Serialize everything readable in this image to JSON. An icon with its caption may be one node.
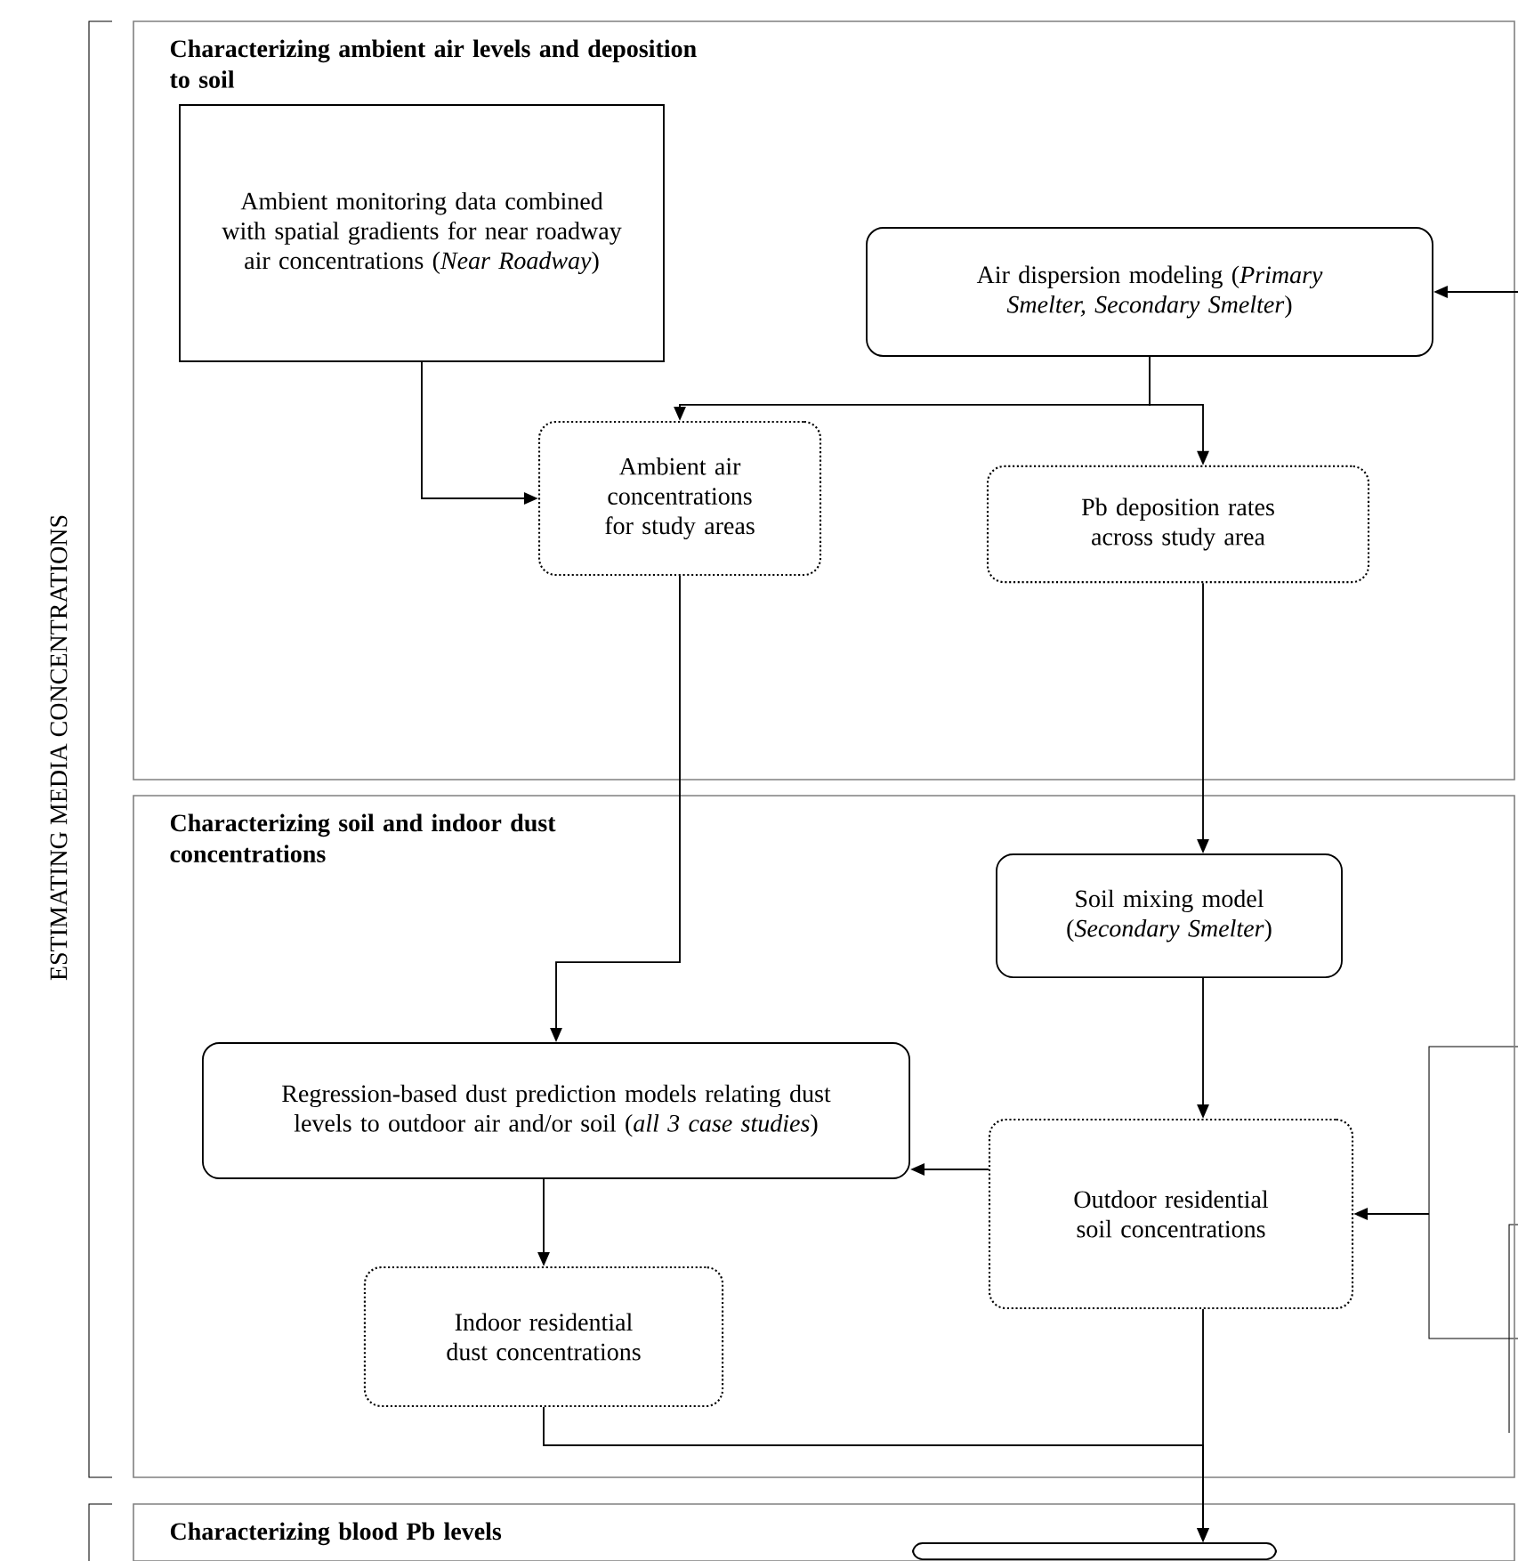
{
  "diagram": {
    "nodes": [
      {
        "text": [
          "Characterizing ambient air levels and deposition to soil"
        ]
      },
      {
        "text": [
          "Ambient monitoring data combined with spatial gradients for near roadway air concentrations (*Near Roadway*)"
        ],
        "in": 0
      },
      {
        "text": [
          "Air dispersion modeling (*Primary Smelter, Secondary Smelter*)"
        ],
        "in": 0
      },
      {
        "text": [
          "Ambient air concentrations for study areas"
        ],
        "in": 0
      },
      {
        "text": [
          "Pb deposition rates across study area"
        ],
        "in": 0
      },
      {
        "text": [
          "Characterizing soil and indoor dust concentrations"
        ]
      },
      {
        "text": [
          "Soil mixing model (*Secondary Smelter*)"
        ],
        "in": 5
      },
      {
        "text": [
          "Regression-based dust prediction models relating dust levels to outdoor air and/or soil (*all 3 case studies*)"
        ],
        "in": 5
      },
      {
        "text": [
          "Outdoor residential soil concentrations"
        ],
        "in": 5
      },
      {
        "text": [
          "Indoor residential dust concentrations"
        ],
        "in": 5
      },
      {
        "text": [
          "Characterizing blood Pb levels"
        ]
      },
      {
        "text": [],
        "shape": "box",
        "in": 10
      }
    ],
    "edges": [
      {
        "from": null,
        "to": 2,
        "arrow": "to"
      },
      {
        "from": 1,
        "to": 3,
        "arrow": "to"
      },
      {
        "from": 2,
        "to": 3,
        "arrow": "to"
      },
      {
        "from": 2,
        "to": 4,
        "arrow": "to"
      },
      {
        "from": 3,
        "to": 7,
        "arrow": "to"
      },
      {
        "from": 4,
        "to": 6,
        "arrow": "to"
      },
      {
        "from": 6,
        "to": 8,
        "arrow": "to"
      },
      {
        "from": 8,
        "to": 7,
        "arrow": "to"
      },
      {
        "from": null,
        "to": 8,
        "arrow": "to"
      },
      {
        "from": 7,
        "to": 9,
        "arrow": "to"
      },
      {
        "from": 9,
        "to": 11,
        "arrow": "to"
      },
      {
        "from": 8,
        "to": 11,
        "arrow": "to"
      }
    ],
    "labels": [
      "ESTIMATING MEDIA CONCENTRATIONS"
    ]
  }
}
